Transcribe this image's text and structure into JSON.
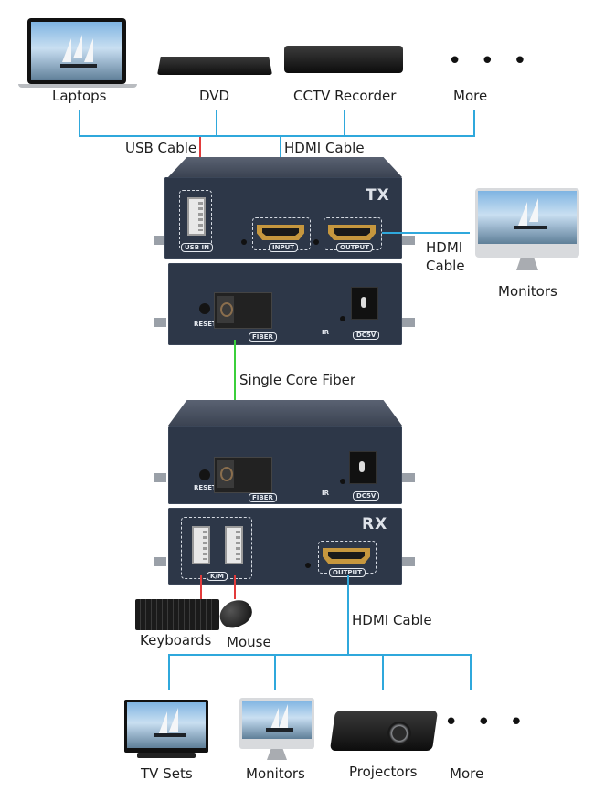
{
  "sources": {
    "laptops": "Laptops",
    "dvd": "DVD",
    "cctv": "CCTV Recorder",
    "more": "More",
    "dots": "• • •"
  },
  "cables": {
    "usb": "USB Cable",
    "hdmi_top": "HDMI Cable",
    "hdmi_side_1": "HDMI",
    "hdmi_side_2": "Cable",
    "fiber": "Single Core Fiber",
    "hdmi_bottom": "HDMI Cable"
  },
  "side_monitor": "Monitors",
  "tx_unit": {
    "brand": "TX",
    "usb_port": "USB IN",
    "input_port": "INPUT",
    "output_port": "OUTPUT",
    "reset": "RESET",
    "fiber_port": "FIBER",
    "ir": "IR",
    "power": "DC5V"
  },
  "rx_unit": {
    "brand": "RX",
    "km_port": "K/M",
    "output_port": "OUTPUT",
    "reset": "RESET",
    "fiber_port": "FIBER",
    "ir": "IR",
    "power": "DC5V"
  },
  "peripherals": {
    "keyboards": "Keyboards",
    "mouse": "Mouse"
  },
  "displays": {
    "tv": "TV Sets",
    "monitors": "Monitors",
    "projectors": "Projectors",
    "more": "More",
    "dots": "• • •"
  },
  "colors": {
    "hdmi_line": "#2fa8dc",
    "usb_line": "#e23b3b",
    "fiber_line": "#3bcf3b",
    "device_body": "#2d3748"
  }
}
